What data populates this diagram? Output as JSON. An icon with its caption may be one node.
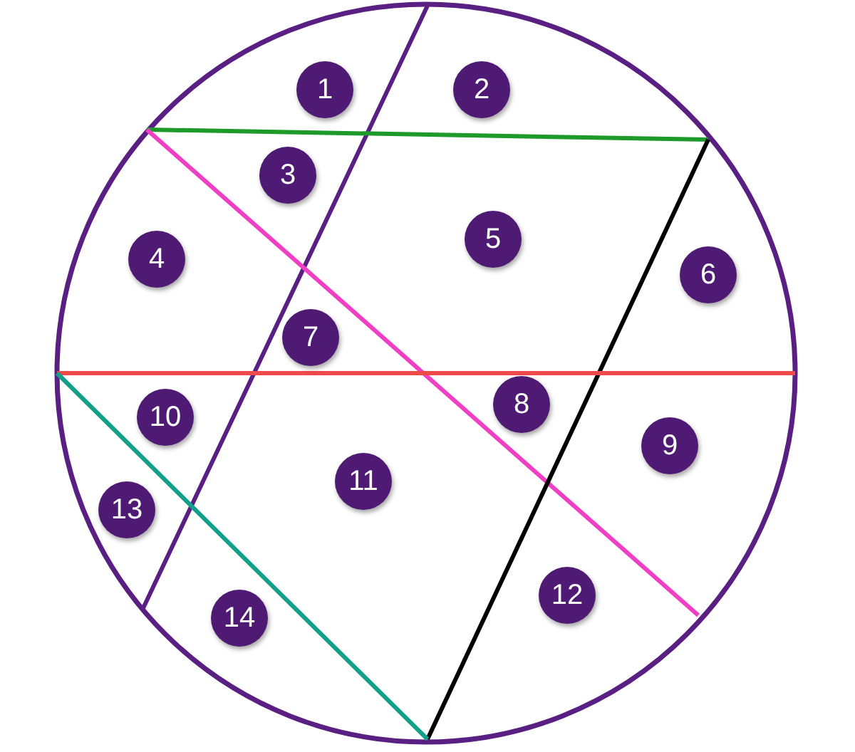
{
  "diagram": {
    "nodes": [
      {
        "text": [
          "1"
        ]
      },
      {
        "text": [
          "2"
        ]
      },
      {
        "text": [
          "3"
        ]
      },
      {
        "text": [
          "4"
        ]
      },
      {
        "text": [
          "5"
        ]
      },
      {
        "text": [
          "6"
        ]
      },
      {
        "text": [
          "7"
        ]
      },
      {
        "text": [
          "8"
        ]
      },
      {
        "text": [
          "9"
        ]
      },
      {
        "text": [
          "10"
        ]
      },
      {
        "text": [
          "11"
        ]
      },
      {
        "text": [
          "12"
        ]
      },
      {
        "text": [
          "13"
        ]
      },
      {
        "text": [
          "14"
        ]
      }
    ]
  }
}
